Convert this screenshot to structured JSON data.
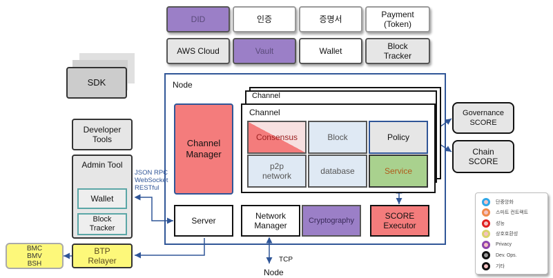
{
  "top_row1": [
    "DID",
    "인증",
    "증명서",
    "Payment\n(Token)"
  ],
  "top_row2": [
    "AWS Cloud",
    "Vault",
    "Wallet",
    "Block\nTracker"
  ],
  "sdk": "SDK",
  "developer_tools": "Developer\nTools",
  "admin_tool": "Admin Tool",
  "admin_wallet": "Wallet",
  "admin_block_tracker": "Block\nTracker",
  "btp_relayer": "BTP\nRelayer",
  "bmc_list": "BMC\nBMV\nBSH",
  "api_label": "JSON RPC\nWebSocket\nRESTful",
  "node_label": "Node",
  "channel_back_label": "Channel",
  "channel_label": "Channel",
  "channel_manager": "Channel\nManager",
  "consensus": "Consensus",
  "block": "Block",
  "policy": "Policy",
  "p2p_network": "p2p\nnetwork",
  "database": "database",
  "service": "Service",
  "server": "Server",
  "network_manager": "Network\nManager",
  "cryptography": "Cryptography",
  "score_executor": "SCORE\nExecutor",
  "governance_score": "Governance\nSCORE",
  "chain_score": "Chain\nSCORE",
  "tcp_label": "TCP",
  "bottom_node_label": "Node",
  "legend": [
    {
      "label": "단중앙화",
      "color": "#2fa7e8"
    },
    {
      "label": "스마트 컨트랙트",
      "color": "#f08a4b"
    },
    {
      "label": "성능",
      "color": "#e02020"
    },
    {
      "label": "상호호환성",
      "color": "#d8d36a"
    },
    {
      "label": "Privacy",
      "color": "#8e44ad"
    },
    {
      "label": "Dev. Ops.",
      "color": "#111111"
    },
    {
      "label": "기타",
      "color": "#111111"
    }
  ]
}
